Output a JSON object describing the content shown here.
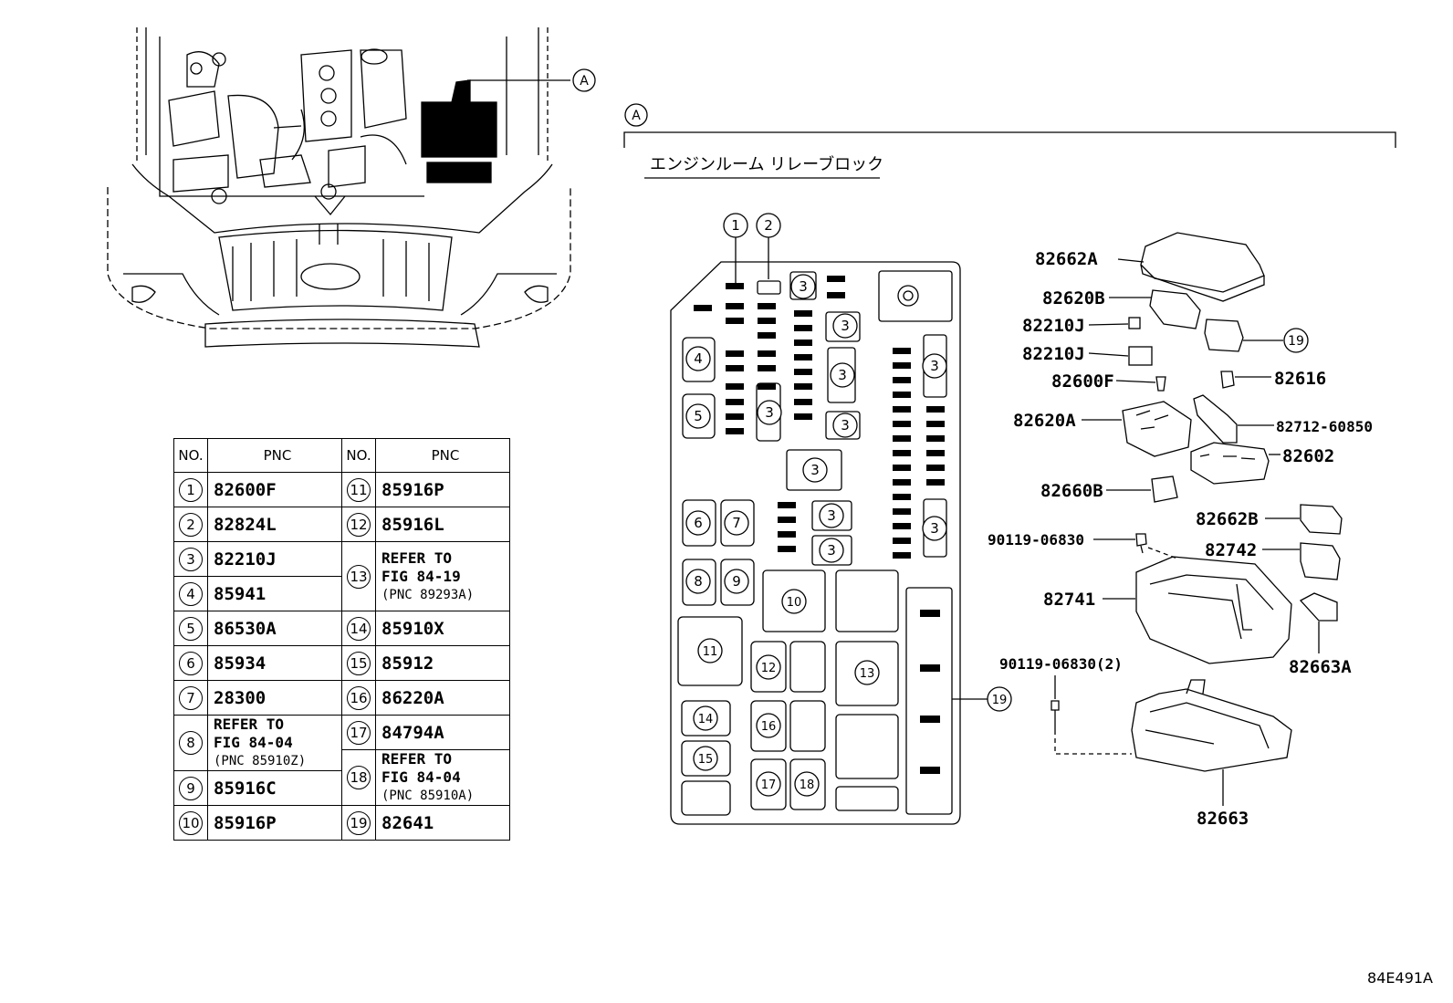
{
  "callout_a": "A",
  "section_title": "エンジンルーム リレーブロック",
  "figure_id": "84E491A",
  "table": {
    "headers": [
      "NO.",
      "PNC",
      "NO.",
      "PNC"
    ],
    "left": [
      {
        "no": "1",
        "pnc": "82600F"
      },
      {
        "no": "2",
        "pnc": "82824L"
      },
      {
        "no": "3",
        "pnc": "82210J"
      },
      {
        "no": "4",
        "pnc": "85941"
      },
      {
        "no": "5",
        "pnc": "86530A"
      },
      {
        "no": "6",
        "pnc": "85934"
      },
      {
        "no": "7",
        "pnc": "28300"
      },
      {
        "no": "8",
        "pnc": [
          "REFER TO",
          "FIG 84-04",
          "(PNC 85910Z)"
        ]
      },
      {
        "no": "9",
        "pnc": "85916C"
      },
      {
        "no": "10",
        "pnc": "85916P"
      }
    ],
    "right": [
      {
        "no": "11",
        "pnc": "85916P"
      },
      {
        "no": "12",
        "pnc": "85916L"
      },
      {
        "no": "13",
        "pnc": [
          "REFER TO",
          "FIG 84-19",
          "(PNC 89293A)"
        ]
      },
      {
        "no": "14",
        "pnc": "85910X"
      },
      {
        "no": "15",
        "pnc": "85912"
      },
      {
        "no": "16",
        "pnc": "86220A"
      },
      {
        "no": "17",
        "pnc": "84794A"
      },
      {
        "no": "18",
        "pnc": [
          "REFER TO",
          "FIG 84-04",
          "(PNC 85910A)"
        ]
      },
      {
        "no": "19",
        "pnc": "82641"
      }
    ]
  },
  "block_numbers": {
    "n1": "1",
    "n2": "2",
    "n3": "3",
    "n4": "4",
    "n5": "5",
    "n6": "6",
    "n7": "7",
    "n8": "8",
    "n9": "9",
    "n10": "10",
    "n11": "11",
    "n12": "12",
    "n13": "13",
    "n14": "14",
    "n15": "15",
    "n16": "16",
    "n17": "17",
    "n18": "18",
    "n19": "19"
  },
  "parts": {
    "p82662A": "82662A",
    "p82620B": "82620B",
    "p82210J_a": "82210J",
    "p82210J_b": "82210J",
    "p82600F": "82600F",
    "p82616": "82616",
    "p82620A": "82620A",
    "p82712": "82712-60850",
    "p82602": "82602",
    "p82660B": "82660B",
    "p82662B": "82662B",
    "p90119a": "90119-06830",
    "p82742": "82742",
    "p82741": "82741",
    "p90119b": "90119-06830(2)",
    "p82663A": "82663A",
    "p82663": "82663",
    "p19": "19"
  }
}
